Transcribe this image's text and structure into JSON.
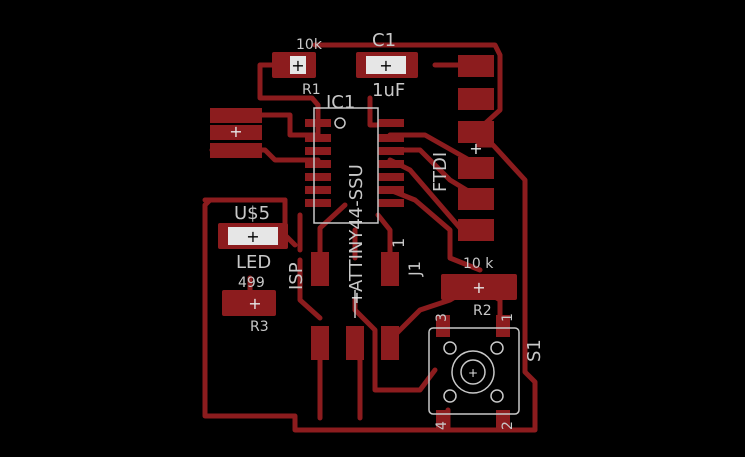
{
  "colors": {
    "background": "#000000",
    "copper": "#8c1c1e",
    "silkscreen": "#c8c8c8"
  },
  "labels": {
    "r1_value": "10k",
    "r1_name": "R1",
    "c1_name": "C1",
    "c1_value": "1uF",
    "ic1_name": "IC1",
    "ic1_value": "ATTINY44-SSU",
    "ftdi": "FTDI",
    "u5_name": "U$5",
    "led_value": "LED",
    "r3_value": "499",
    "r3_name": "R3",
    "isp": "ISP",
    "j1": "J1",
    "pin1": "1",
    "r2_value": "10 k",
    "r2_name": "R2",
    "s1": "S1",
    "s1_pin3": "3",
    "s1_pin1": "1",
    "s1_pin4": "4",
    "s1_pin2": "2",
    "plus": "+"
  }
}
